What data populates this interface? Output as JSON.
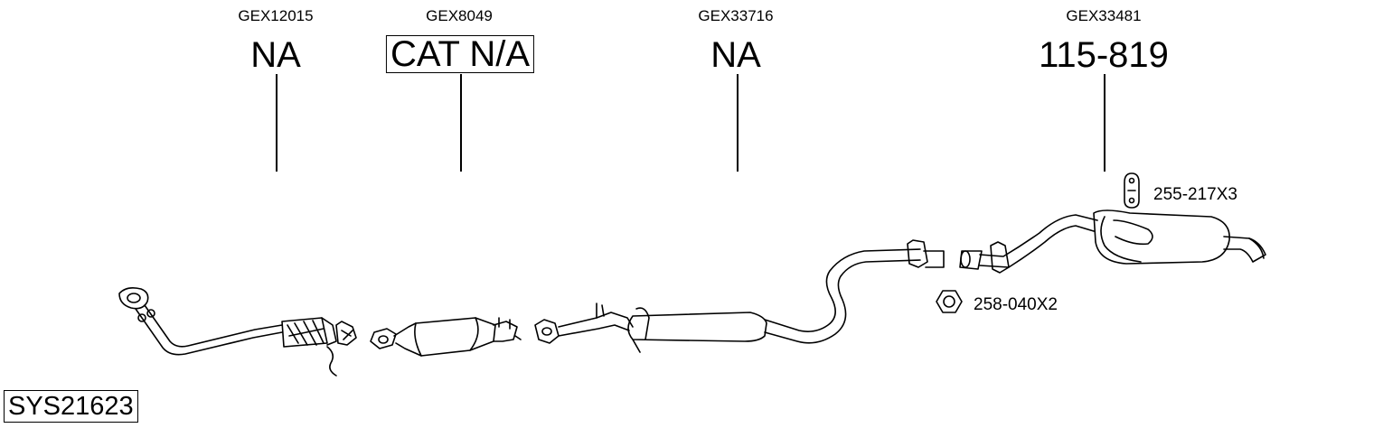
{
  "parts": [
    {
      "code": "GEX12015",
      "ref": "NA",
      "boxed": false
    },
    {
      "code": "GEX8049",
      "ref": "CAT N/A",
      "boxed": true
    },
    {
      "code": "GEX33716",
      "ref": "NA",
      "boxed": false
    },
    {
      "code": "GEX33481",
      "ref": "115-819",
      "boxed": false
    }
  ],
  "accessories": {
    "mount_rubber": "255-217X3",
    "nut": "258-040X2"
  },
  "system_id": "SYS21623"
}
